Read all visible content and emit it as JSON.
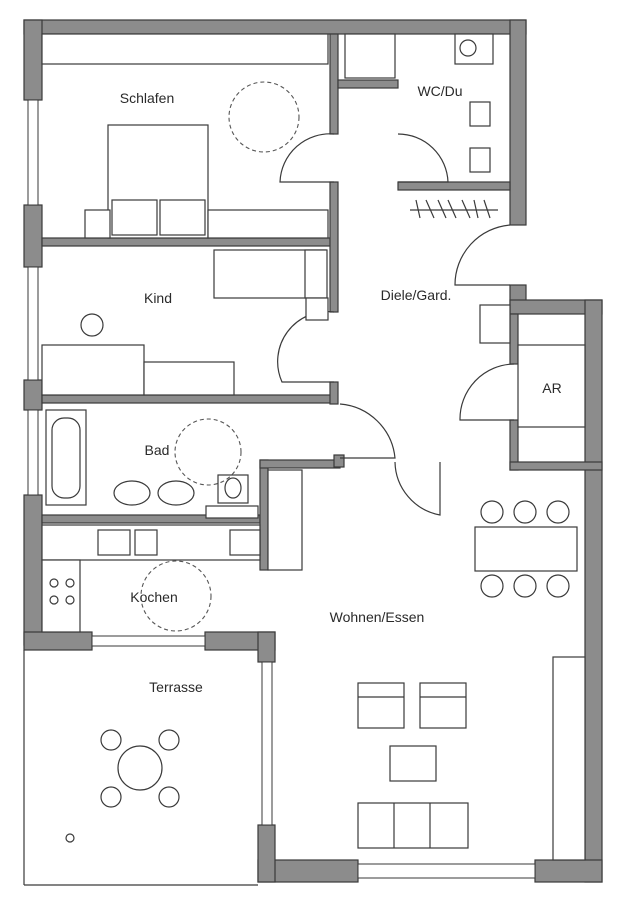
{
  "rooms": {
    "schlafen": "Schlafen",
    "wc_du": "WC/Du",
    "kind": "Kind",
    "diele": "Diele/Gard.",
    "ar": "AR",
    "bad": "Bad",
    "kochen": "Kochen",
    "wohnen": "Wohnen/Essen",
    "terrasse": "Terrasse"
  },
  "colors": {
    "wall": "#8c8c8c",
    "line": "#3a3a3a",
    "background": "#ffffff"
  }
}
